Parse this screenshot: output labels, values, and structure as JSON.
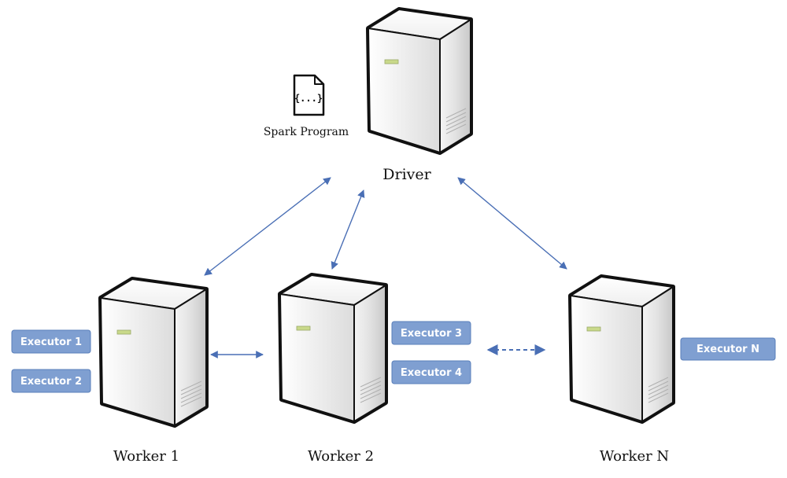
{
  "program": {
    "label": "Spark Program",
    "icon_text": "{...}",
    "icon": "code-file-icon"
  },
  "driver": {
    "label": "Driver",
    "icon": "server-tower-icon"
  },
  "workers": [
    {
      "label": "Worker 1",
      "executors": [
        "Executor 1",
        "Executor 2"
      ]
    },
    {
      "label": "Worker 2",
      "executors": [
        "Executor 3",
        "Executor 4"
      ]
    },
    {
      "label": "Worker N",
      "executors": [
        "Executor N"
      ]
    }
  ],
  "colors": {
    "executor_fill": "#7f9fd1",
    "executor_border": "#5a7fba",
    "arrow": "#4a6fb5"
  }
}
